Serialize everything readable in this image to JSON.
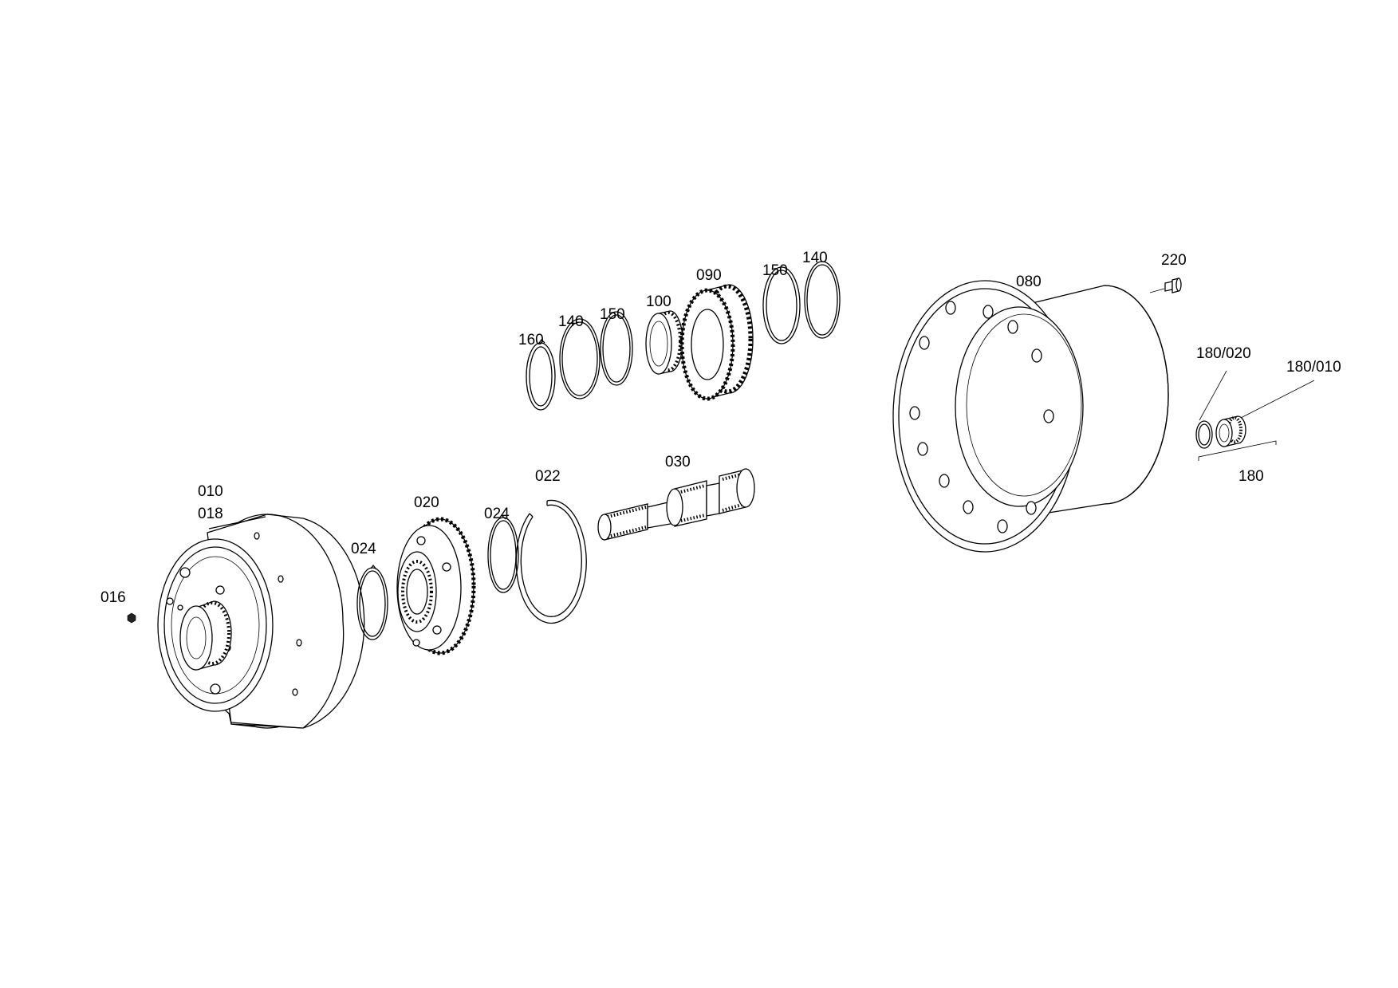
{
  "labels": {
    "p016": "016",
    "p010": "010",
    "p018": "018",
    "p024a": "024",
    "p020": "020",
    "p024b": "024",
    "p022": "022",
    "p030": "030",
    "p160": "160",
    "p140a": "140",
    "p150a": "150",
    "p100": "100",
    "p090": "090",
    "p150b": "150",
    "p140b": "140",
    "p080": "080",
    "p220": "220",
    "p180_020": "180/020",
    "p180_010": "180/010",
    "p180": "180"
  }
}
